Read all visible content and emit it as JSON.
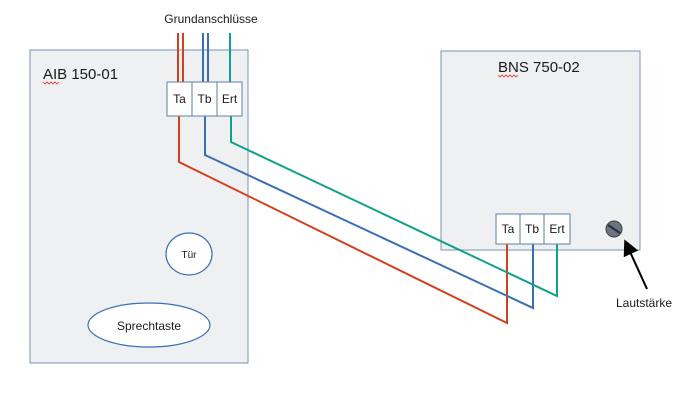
{
  "header_label": "Grundanschlüsse",
  "devices": [
    {
      "name": "AIB 150-01"
    },
    {
      "name": "BNS 750-02"
    }
  ],
  "terminals": [
    "Ta",
    "Tb",
    "Ert"
  ],
  "buttons": {
    "door": "Tür",
    "talk": "Sprechtaste"
  },
  "volume_label": "Lautstärke",
  "wire_colors": {
    "Ta": "#d2401f",
    "Tb": "#3a6fb6",
    "Ert": "#12a08a"
  },
  "box_fill": "#eef0f1",
  "box_stroke": "#7a93b3"
}
